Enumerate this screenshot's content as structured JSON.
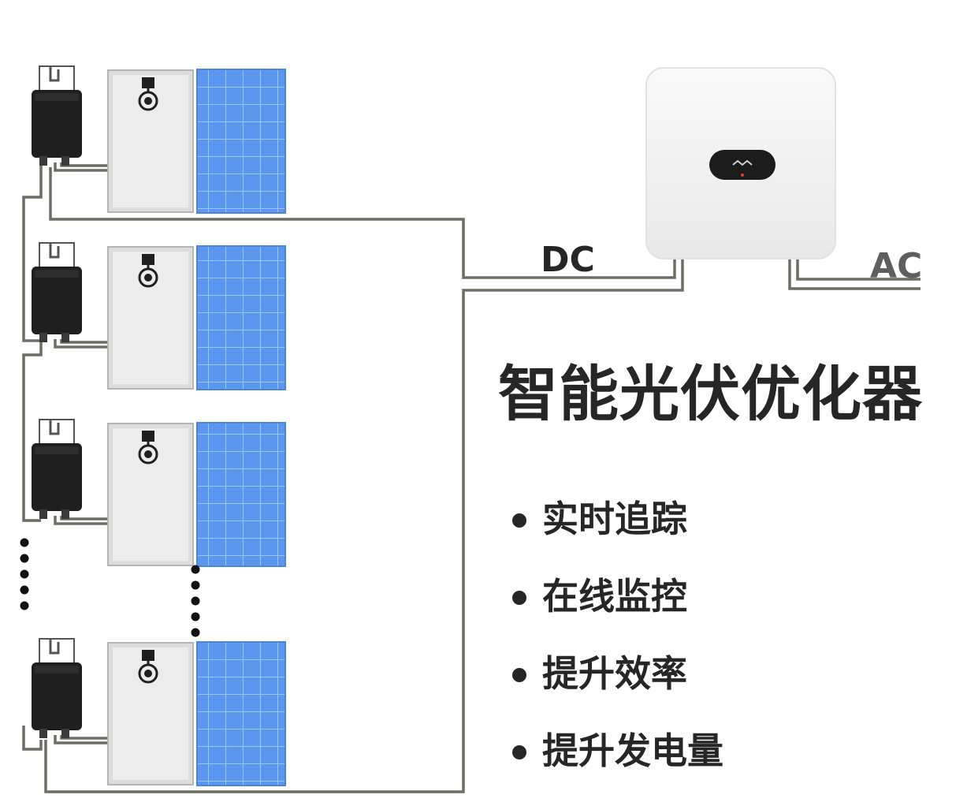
{
  "title": "智能光伏优化器",
  "features": [
    "实时追踪",
    "在线监控",
    "提升效率",
    "提升发电量"
  ],
  "labels": {
    "dc": "DC",
    "ac": "AC"
  },
  "diagram": {
    "optimizer_count": 4,
    "colors": {
      "wire": "#6b6e62",
      "panel_blue": "#5b97ee",
      "panel_grid": "#9ec3fa",
      "panel_back": "#e0e0e0",
      "optimizer": "#1f1f1f",
      "inverter_body": "#f3f3f3",
      "text": "#262626"
    }
  }
}
